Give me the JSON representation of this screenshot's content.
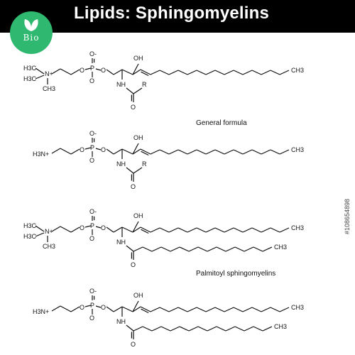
{
  "header": {
    "title": "Lipids: Sphingomyelins"
  },
  "logo": {
    "text": "Bio"
  },
  "labels": {
    "general": "General formula",
    "palmitoyl": "Palmitoyl sphingomyelins"
  },
  "atoms": {
    "H3C": "H3C",
    "N_plus": "N+",
    "CH3": "CH3",
    "H3N_plus": "H3N+",
    "O": "O",
    "O_minus": "O-",
    "P": "P",
    "OH": "OH",
    "NH": "NH",
    "R": "R"
  },
  "watermark": {
    "stock_id": "#108654898"
  },
  "colors": {
    "header_bg": "#000000",
    "logo": "#2fb86f",
    "bond": "#111111"
  }
}
